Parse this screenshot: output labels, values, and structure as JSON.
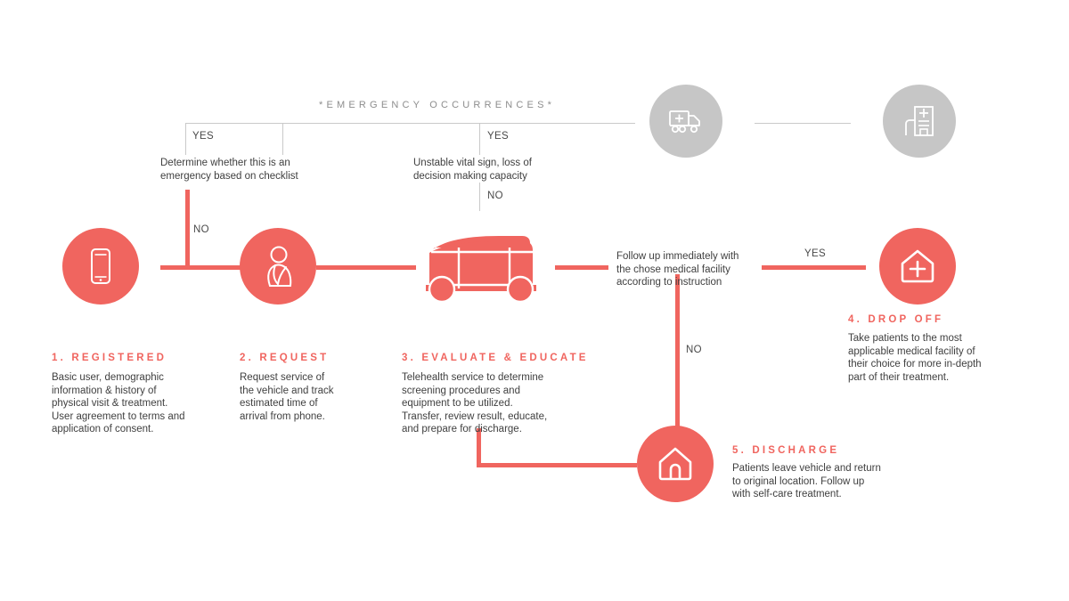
{
  "diagram": {
    "section_title": "*EMERGENCY  OCCURRENCES*",
    "accent_color": "#F0655F",
    "gray_color": "#C6C6C6",
    "text_color": "#3F3F3F"
  },
  "branches": [
    {
      "id": "yes-1",
      "label": "YES"
    },
    {
      "id": "yes-2",
      "label": "YES"
    },
    {
      "id": "no-1",
      "label": "NO"
    },
    {
      "id": "no-2",
      "label": "NO"
    },
    {
      "id": "yes-3",
      "label": "YES"
    },
    {
      "id": "no-3",
      "label": "NO"
    }
  ],
  "notes": [
    {
      "id": "emergency-checklist",
      "text": "Determine whether this is an\nemergency based on checklist"
    },
    {
      "id": "unstable-vitals",
      "text": "Unstable vital sign, loss of\ndecision making capacity"
    },
    {
      "id": "follow-up",
      "text": "Follow up immediately with\nthe chose medical facility\naccording to instruction"
    }
  ],
  "steps": [
    {
      "id": "registered",
      "icon": "mobile-phone-icon",
      "title": "1.  REGISTERED",
      "body": "Basic user, demographic\ninformation & history of\nphysical visit & treatment.\nUser agreement to terms and\napplication of consent."
    },
    {
      "id": "request",
      "icon": "injured-patient-icon",
      "title": "2.  REQUEST",
      "body": "Request service of\nthe vehicle and track\nestimated time of\narrival from phone."
    },
    {
      "id": "evaluate-educate",
      "icon": "shuttle-vehicle-icon",
      "title": "3.  EVALUATE & EDUCATE",
      "body": "Telehealth service to determine\nscreening procedures and\nequipment to be utilized.\nTransfer, review result, educate,\nand prepare for discharge."
    },
    {
      "id": "drop-off",
      "icon": "medical-facility-icon",
      "title": "4.  DROP OFF",
      "body": "Take patients to the most\napplicable medical facility of\ntheir choice for more in-depth\npart of their treatment."
    },
    {
      "id": "discharge",
      "icon": "home-icon",
      "title": "5.  DISCHARGE",
      "body": "Patients leave vehicle and return\nto original location. Follow up\nwith self-care treatment."
    }
  ],
  "emergency_nodes": [
    {
      "id": "ambulance",
      "icon": "ambulance-icon"
    },
    {
      "id": "hospital",
      "icon": "hospital-building-icon"
    }
  ]
}
